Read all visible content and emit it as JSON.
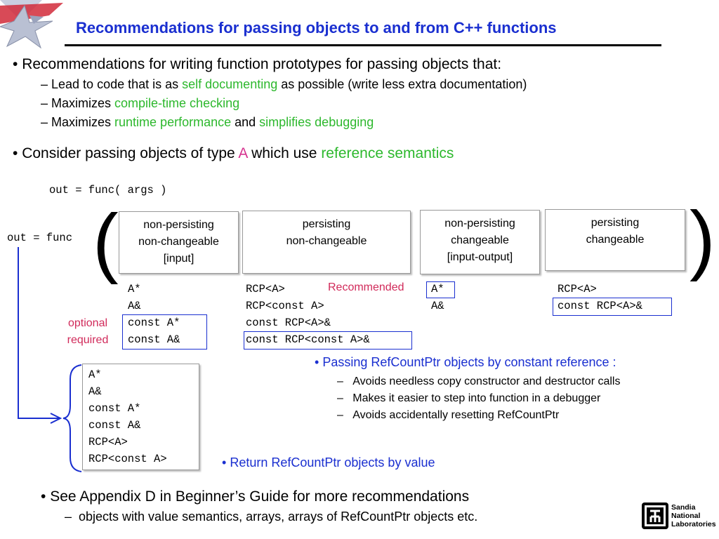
{
  "title": "Recommendations for passing objects to and from C++ functions",
  "bullet1": {
    "text": "Recommendations for writing function prototypes for passing objects that:",
    "sub1": {
      "pre": "– Lead to code that is as ",
      "hl": "self documenting",
      "post": " as possible (write less extra documentation)"
    },
    "sub2": {
      "pre": "– Maximizes ",
      "hl": "compile-time checking"
    },
    "sub3": {
      "pre": "– Maximizes ",
      "hl1": "runtime performance",
      "mid": " and ",
      "hl2": "simplifies debugging"
    }
  },
  "bullet2": {
    "pre": "Consider passing objects of type ",
    "type": "A",
    "mid": " which use ",
    "hl": "reference semantics"
  },
  "code_example": "out = func( args )",
  "out_func": "out = func",
  "paren_open": "(",
  "paren_close": ")",
  "columns": [
    {
      "line1": "non-persisting",
      "line2": "non-changeable",
      "line3": "[input]"
    },
    {
      "line1": "persisting",
      "line2": "non-changeable",
      "line3": ""
    },
    {
      "line1": "non-persisting",
      "line2": "changeable",
      "line3": "[input-output]"
    },
    {
      "line1": "persisting",
      "line2": "changeable",
      "line3": ""
    }
  ],
  "col1_code": [
    "A*",
    "A&",
    "const A*",
    "const A&"
  ],
  "col2_code": [
    "RCP<A>",
    "RCP<const A>",
    "const RCP<A>&",
    "const RCP<const A>&"
  ],
  "col3_code": [
    "A*",
    "A&"
  ],
  "col4_code": [
    "RCP<A>",
    "const RCP<A>&"
  ],
  "recommended": "Recommended",
  "optional": "optional",
  "required": "required",
  "rcp_bullet": {
    "text": "Passing RefCountPtr objects by constant reference :",
    "items": [
      "Avoids needless copy constructor and destructor calls",
      "Makes it easier to step into function in a debugger",
      "Avoids accidentally resetting RefCountPtr"
    ]
  },
  "return_list": [
    "A*",
    "A&",
    "const A*",
    "const A&",
    "RCP<A>",
    "RCP<const A>"
  ],
  "return_bullet": "Return RefCountPtr objects by value",
  "bullet3": {
    "text": "See Appendix D in Beginner’s Guide for more recommendations",
    "sub": "objects with value semantics, arrays, arrays of RefCountPtr objects etc."
  },
  "logo": {
    "line1": "Sandia",
    "line2": "National",
    "line3": "Laboratories"
  },
  "colors": {
    "title": "#1a2fd0",
    "highlight": "#2db82d",
    "type": "#d6338f",
    "accent": "#d12a5a"
  }
}
